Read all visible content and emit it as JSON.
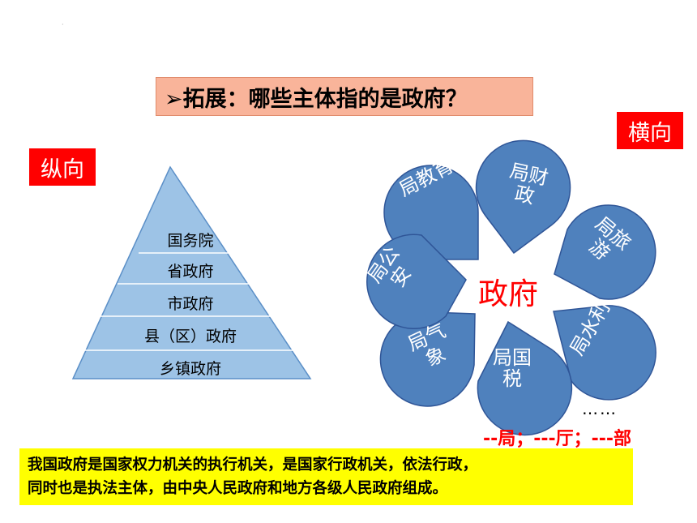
{
  "title": "➢拓展：哪些主体指的是政府？",
  "vertical_label": "纵向",
  "horizontal_label": "横向",
  "pyramid": {
    "levels": [
      "国务院",
      "省政府",
      "市政府",
      "县（区）政府",
      "乡镇政府"
    ]
  },
  "flower": {
    "center": "政府",
    "petals": {
      "education": "局教育",
      "finance": "局财政",
      "tourism": "局旅游",
      "water": "局水利",
      "tax": "局国税",
      "weather": "局气象",
      "security": "局公安"
    }
  },
  "ellipsis": "……",
  "departments": "--局；---厅；---部",
  "summary": {
    "line1": "我国政府是国家权力机关的执行机关，是国家行政机关，依法行政，",
    "line2": "同时也是执法主体，由中央人民政府和地方各级人民政府组成。"
  },
  "colors": {
    "petal_fill": "#4f81bd",
    "pyramid_fill": "#9dc3e6",
    "accent_red": "#ff0000",
    "summary_bg": "#ffff00",
    "title_bg": "#f9b49a"
  }
}
